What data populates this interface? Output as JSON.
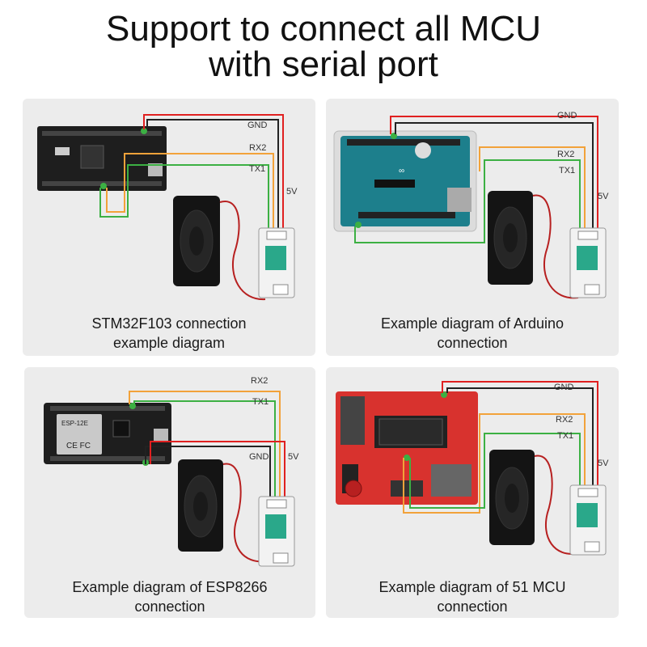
{
  "title": {
    "line1": "Support to connect all MCU",
    "line2": "with serial port"
  },
  "panels": [
    {
      "id": "stm32",
      "caption_line1": "STM32F103 connection",
      "caption_line2": "example diagram",
      "labels": {
        "gnd": "GND",
        "rx": "RX2",
        "tx": "TX1",
        "v5": "5V"
      }
    },
    {
      "id": "arduino",
      "caption_line1": "Example diagram of Arduino",
      "caption_line2": "connection",
      "labels": {
        "gnd": "GND",
        "rx": "RX2",
        "tx": "TX1",
        "v5": "5V"
      }
    },
    {
      "id": "esp8266",
      "caption_line1": "Example diagram of ESP8266",
      "caption_line2": "connection",
      "labels": {
        "gnd": "GND",
        "rx": "RX2",
        "tx": "TX1",
        "v5": "5V"
      },
      "module_text": {
        "esp": "ESP-12E",
        "ce": "CE  FC"
      }
    },
    {
      "id": "mcu51",
      "caption_line1": "Example diagram of 51 MCU",
      "caption_line2": "connection",
      "labels": {
        "gnd": "GND",
        "rx": "RX2",
        "tx": "TX1",
        "v5": "5V"
      }
    }
  ],
  "colors": {
    "panel_bg": "#ececec",
    "wire_red": "#e02020",
    "wire_black": "#222222",
    "wire_orange": "#f2a23a",
    "wire_green": "#3cb043",
    "board_black": "#1e1e1e",
    "board_teal": "#1d7f8c",
    "board_red": "#d8322e"
  },
  "icons": [
    "speaker-icon",
    "audio-module-icon",
    "mcu-board-icon"
  ]
}
